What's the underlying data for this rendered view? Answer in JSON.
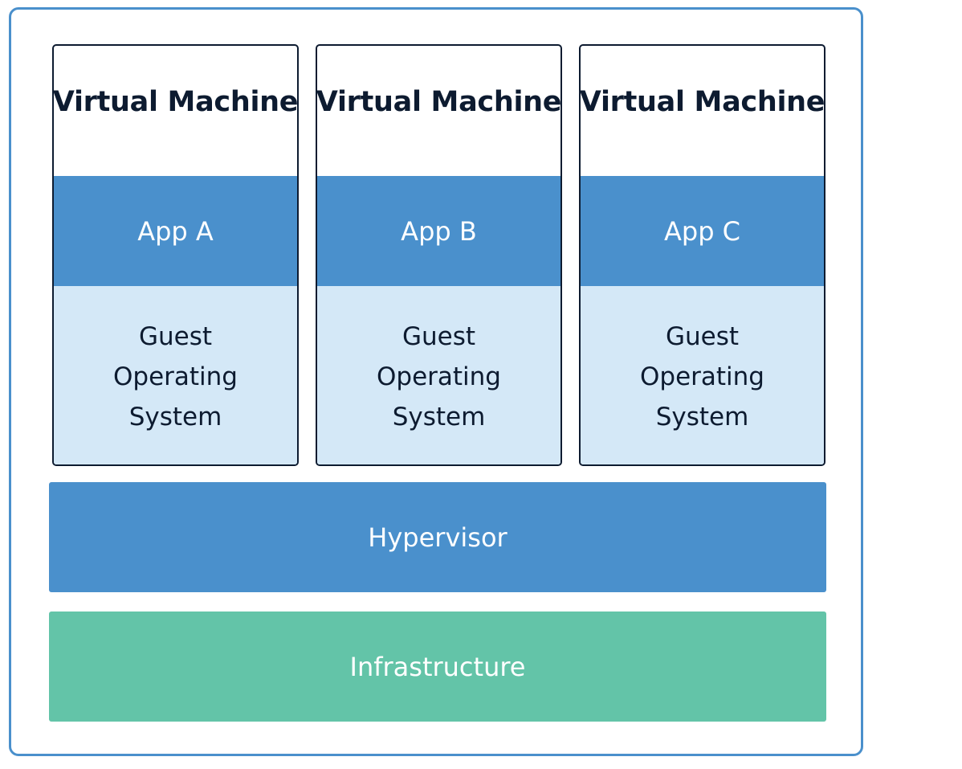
{
  "virtual_machines": [
    {
      "title": "Virtual Machine",
      "app": "App A",
      "guest_os": "Guest\nOperating\nSystem"
    },
    {
      "title": "Virtual Machine",
      "app": "App B",
      "guest_os": "Guest\nOperating\nSystem"
    },
    {
      "title": "Virtual Machine",
      "app": "App C",
      "guest_os": "Guest\nOperating\nSystem"
    }
  ],
  "hypervisor": "Hypervisor",
  "infrastructure": "Infrastructure",
  "colors": {
    "frame_border": "#4a90cc",
    "app_layer": "#4a90cc",
    "guest_os_layer": "#d4e8f7",
    "hypervisor_layer": "#4a90cc",
    "infrastructure_layer": "#63c4a8",
    "vm_border": "#0d1b30",
    "dark_text": "#0d1b30"
  }
}
